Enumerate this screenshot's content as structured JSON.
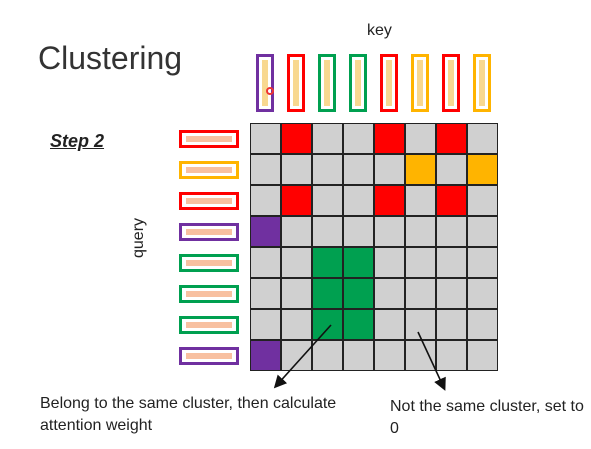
{
  "slide": {
    "title": "Clustering",
    "step": "Step 2",
    "key_label": "key",
    "query_label": "query",
    "caption_left": "Belong to the same cluster, then calculate attention weight",
    "caption_right": "Not the same cluster, set to 0"
  },
  "colors": {
    "purple": "#7030a0",
    "red": "#ff0000",
    "green": "#00a050",
    "orange": "#ffb400",
    "gray": "#d0d0d0",
    "key_fill": "#f8d890",
    "query_fill": "#f8c0a0"
  },
  "keys": [
    "purple",
    "red",
    "green",
    "green",
    "red",
    "orange",
    "red",
    "orange"
  ],
  "queries": [
    "red",
    "orange",
    "red",
    "purple",
    "green",
    "green",
    "green",
    "purple"
  ],
  "grid": [
    [
      "gray",
      "red",
      "gray",
      "gray",
      "red",
      "gray",
      "red",
      "gray"
    ],
    [
      "gray",
      "gray",
      "gray",
      "gray",
      "gray",
      "orange",
      "gray",
      "orange"
    ],
    [
      "gray",
      "red",
      "gray",
      "gray",
      "red",
      "gray",
      "red",
      "gray"
    ],
    [
      "purple",
      "gray",
      "gray",
      "gray",
      "gray",
      "gray",
      "gray",
      "gray"
    ],
    [
      "gray",
      "gray",
      "green",
      "green",
      "gray",
      "gray",
      "gray",
      "gray"
    ],
    [
      "gray",
      "gray",
      "green",
      "green",
      "gray",
      "gray",
      "gray",
      "gray"
    ],
    [
      "gray",
      "gray",
      "green",
      "green",
      "gray",
      "gray",
      "gray",
      "gray"
    ],
    [
      "purple",
      "gray",
      "gray",
      "gray",
      "gray",
      "gray",
      "gray",
      "gray"
    ]
  ]
}
